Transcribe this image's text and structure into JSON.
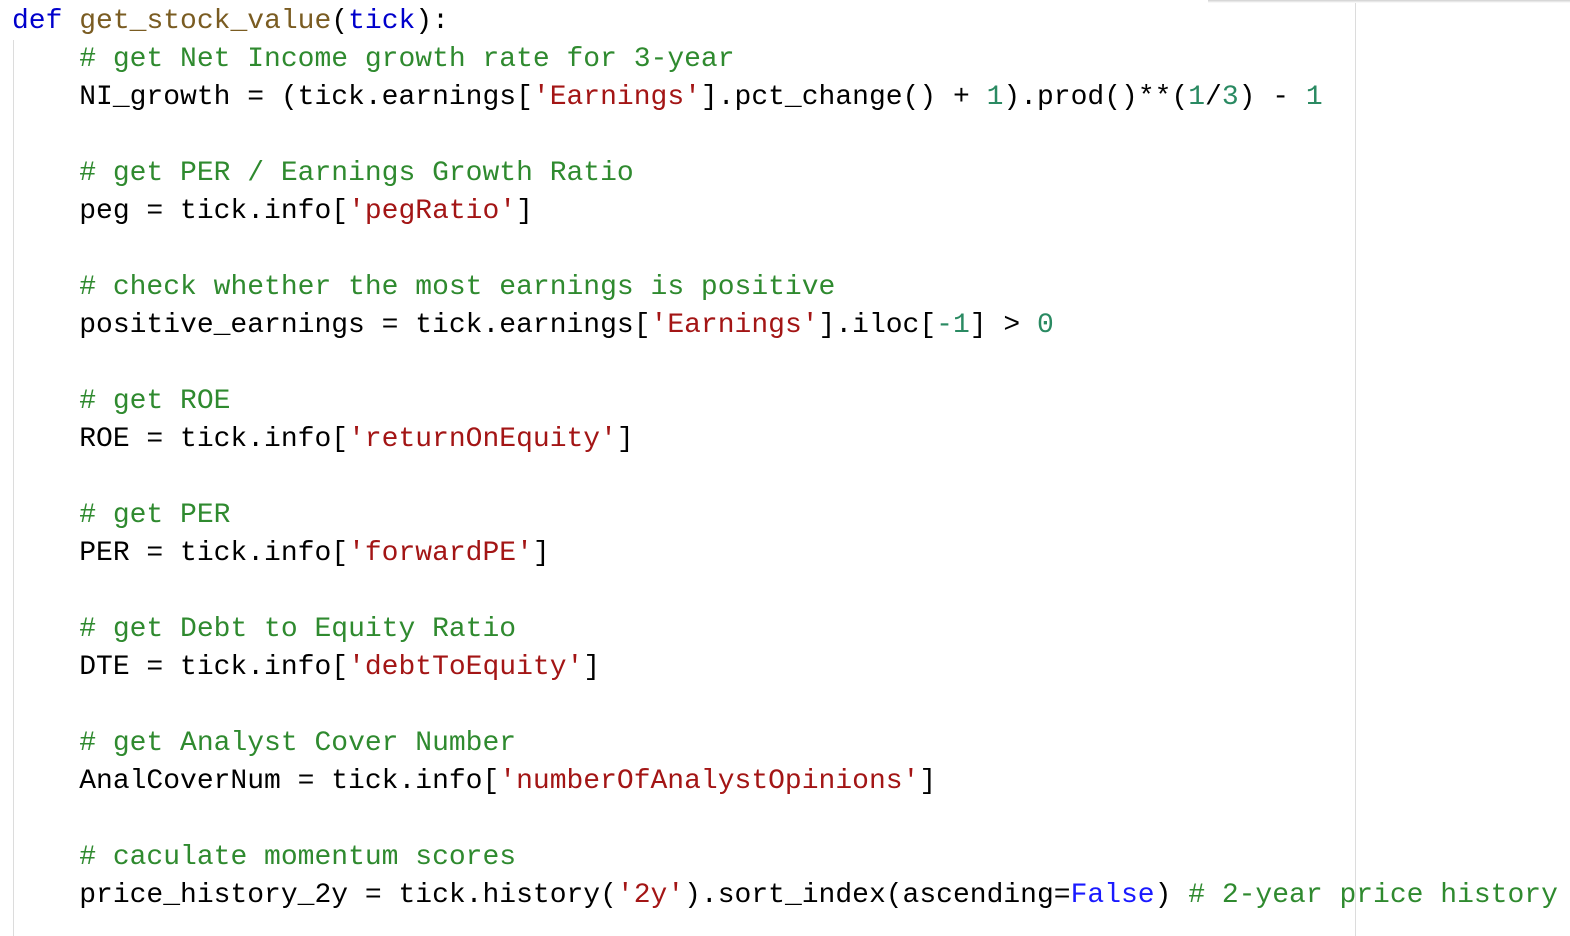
{
  "lines": [
    [
      {
        "t": "kw",
        "s": "def"
      },
      {
        "t": "plain",
        "s": " "
      },
      {
        "t": "def",
        "s": "get_stock_value"
      },
      {
        "t": "plain",
        "s": "("
      },
      {
        "t": "kw",
        "s": "tick"
      },
      {
        "t": "plain",
        "s": "):"
      }
    ],
    [
      {
        "t": "plain",
        "s": "    "
      },
      {
        "t": "com",
        "s": "# get Net Income growth rate for 3-year"
      }
    ],
    [
      {
        "t": "plain",
        "s": "    NI_growth = (tick.earnings["
      },
      {
        "t": "str",
        "s": "'Earnings'"
      },
      {
        "t": "plain",
        "s": "].pct_change() + "
      },
      {
        "t": "num",
        "s": "1"
      },
      {
        "t": "plain",
        "s": ").prod()**("
      },
      {
        "t": "num",
        "s": "1"
      },
      {
        "t": "plain",
        "s": "/"
      },
      {
        "t": "num",
        "s": "3"
      },
      {
        "t": "plain",
        "s": ") - "
      },
      {
        "t": "num",
        "s": "1"
      }
    ],
    [],
    [
      {
        "t": "plain",
        "s": "    "
      },
      {
        "t": "com",
        "s": "# get PER / Earnings Growth Ratio"
      }
    ],
    [
      {
        "t": "plain",
        "s": "    peg = tick.info["
      },
      {
        "t": "str",
        "s": "'pegRatio'"
      },
      {
        "t": "plain",
        "s": "]"
      }
    ],
    [],
    [
      {
        "t": "plain",
        "s": "    "
      },
      {
        "t": "com",
        "s": "# check whether the most earnings is positive"
      }
    ],
    [
      {
        "t": "plain",
        "s": "    positive_earnings = tick.earnings["
      },
      {
        "t": "str",
        "s": "'Earnings'"
      },
      {
        "t": "plain",
        "s": "].iloc["
      },
      {
        "t": "num",
        "s": "-1"
      },
      {
        "t": "plain",
        "s": "] > "
      },
      {
        "t": "num",
        "s": "0"
      }
    ],
    [],
    [
      {
        "t": "plain",
        "s": "    "
      },
      {
        "t": "com",
        "s": "# get ROE"
      }
    ],
    [
      {
        "t": "plain",
        "s": "    ROE = tick.info["
      },
      {
        "t": "str",
        "s": "'returnOnEquity'"
      },
      {
        "t": "plain",
        "s": "]"
      }
    ],
    [],
    [
      {
        "t": "plain",
        "s": "    "
      },
      {
        "t": "com",
        "s": "# get PER"
      }
    ],
    [
      {
        "t": "plain",
        "s": "    PER = tick.info["
      },
      {
        "t": "str",
        "s": "'forwardPE'"
      },
      {
        "t": "plain",
        "s": "]"
      }
    ],
    [],
    [
      {
        "t": "plain",
        "s": "    "
      },
      {
        "t": "com",
        "s": "# get Debt to Equity Ratio"
      }
    ],
    [
      {
        "t": "plain",
        "s": "    DTE = tick.info["
      },
      {
        "t": "str",
        "s": "'debtToEquity'"
      },
      {
        "t": "plain",
        "s": "]"
      }
    ],
    [],
    [
      {
        "t": "plain",
        "s": "    "
      },
      {
        "t": "com",
        "s": "# get Analyst Cover Number"
      }
    ],
    [
      {
        "t": "plain",
        "s": "    AnalCoverNum = tick.info["
      },
      {
        "t": "str",
        "s": "'numberOfAnalystOpinions'"
      },
      {
        "t": "plain",
        "s": "]"
      }
    ],
    [],
    [
      {
        "t": "plain",
        "s": "    "
      },
      {
        "t": "com",
        "s": "# caculate momentum scores"
      }
    ],
    [
      {
        "t": "plain",
        "s": "    price_history_2y = tick.history("
      },
      {
        "t": "str",
        "s": "'2y'"
      },
      {
        "t": "plain",
        "s": ").sort_index(ascending="
      },
      {
        "t": "bool",
        "s": "False"
      },
      {
        "t": "plain",
        "s": ") "
      },
      {
        "t": "com",
        "s": "# 2-year price history"
      }
    ]
  ],
  "colors": {
    "keyword": "#0000cc",
    "function_name": "#7a5c22",
    "comment": "#2f8a2f",
    "string": "#a31515",
    "number": "#2a8a62",
    "boolean": "#1a1aff",
    "plain": "#000000"
  }
}
